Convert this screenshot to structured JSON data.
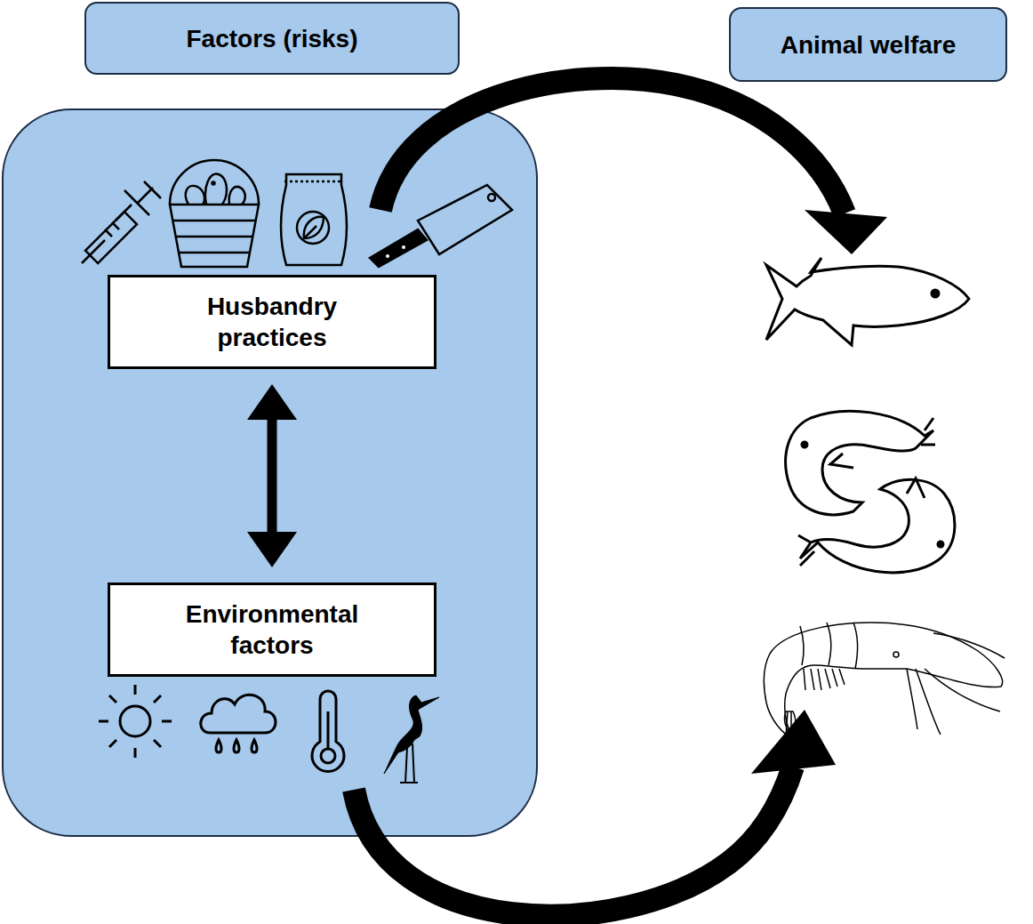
{
  "diagram": {
    "nodes": [
      {
        "text": [
          "Factors (risks)"
        ]
      },
      {
        "text": [
          "Animal welfare"
        ]
      },
      {
        "text": [
          "Husbandry practices"
        ]
      },
      {
        "text": [
          "Environmental factors"
        ]
      }
    ],
    "edges": [
      {
        "from": 2,
        "to": 3,
        "arrow": "both"
      }
    ]
  }
}
